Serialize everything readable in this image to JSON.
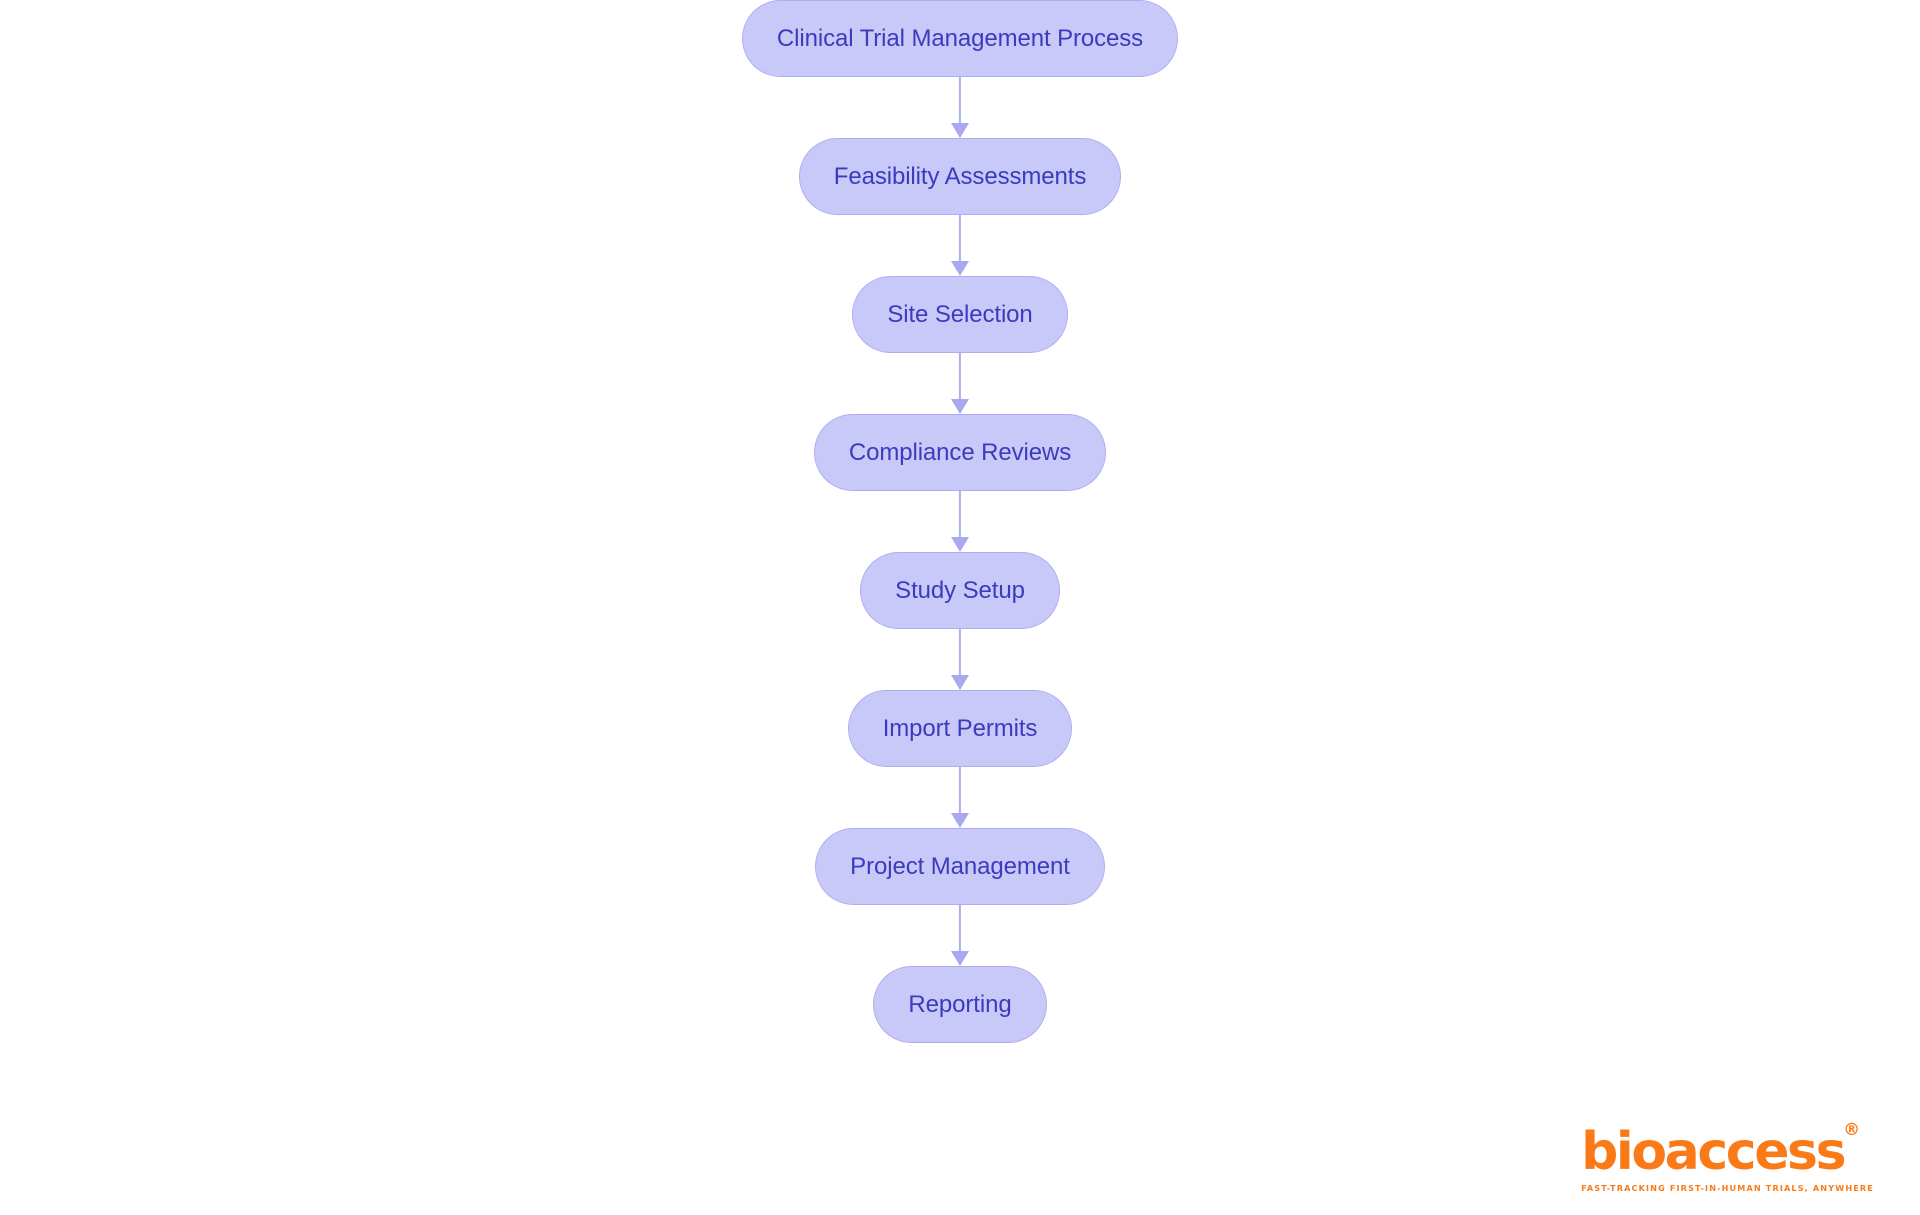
{
  "chart_data": {
    "type": "diagram",
    "diagram_type": "flowchart",
    "orientation": "top-to-bottom",
    "title": "Clinical Trial Management Process",
    "nodes": [
      {
        "id": "n1",
        "label": "Clinical Trial Management Process",
        "shape": "stadium"
      },
      {
        "id": "n2",
        "label": "Feasibility Assessments",
        "shape": "stadium"
      },
      {
        "id": "n3",
        "label": "Site Selection",
        "shape": "stadium"
      },
      {
        "id": "n4",
        "label": "Compliance Reviews",
        "shape": "stadium"
      },
      {
        "id": "n5",
        "label": "Study Setup",
        "shape": "stadium"
      },
      {
        "id": "n6",
        "label": "Import Permits",
        "shape": "stadium"
      },
      {
        "id": "n7",
        "label": "Project Management",
        "shape": "stadium"
      },
      {
        "id": "n8",
        "label": "Reporting",
        "shape": "stadium"
      }
    ],
    "edges": [
      {
        "from": "n1",
        "to": "n2",
        "arrow": "down"
      },
      {
        "from": "n2",
        "to": "n3",
        "arrow": "down"
      },
      {
        "from": "n3",
        "to": "n4",
        "arrow": "down"
      },
      {
        "from": "n4",
        "to": "n5",
        "arrow": "down"
      },
      {
        "from": "n5",
        "to": "n6",
        "arrow": "down"
      },
      {
        "from": "n6",
        "to": "n7",
        "arrow": "down"
      },
      {
        "from": "n7",
        "to": "n8",
        "arrow": "down"
      }
    ],
    "colors": {
      "node_fill": "#C8C9F9",
      "node_border": "#ADAEF2",
      "node_text": "#3B3BBD",
      "edge": "#ADAEF2",
      "background": "#FFFFFF",
      "brand": "#FB7A18"
    }
  },
  "flow": {
    "nodes": [
      {
        "label": "Clinical Trial Management Process"
      },
      {
        "label": "Feasibility Assessments"
      },
      {
        "label": "Site Selection"
      },
      {
        "label": "Compliance Reviews"
      },
      {
        "label": "Study Setup"
      },
      {
        "label": "Import Permits"
      },
      {
        "label": "Project Management"
      },
      {
        "label": "Reporting"
      }
    ]
  },
  "brand": {
    "wordmark": "bioaccess",
    "registered": "®",
    "tagline": "FAST-TRACKING FIRST-IN-HUMAN TRIALS, ANYWHERE"
  }
}
